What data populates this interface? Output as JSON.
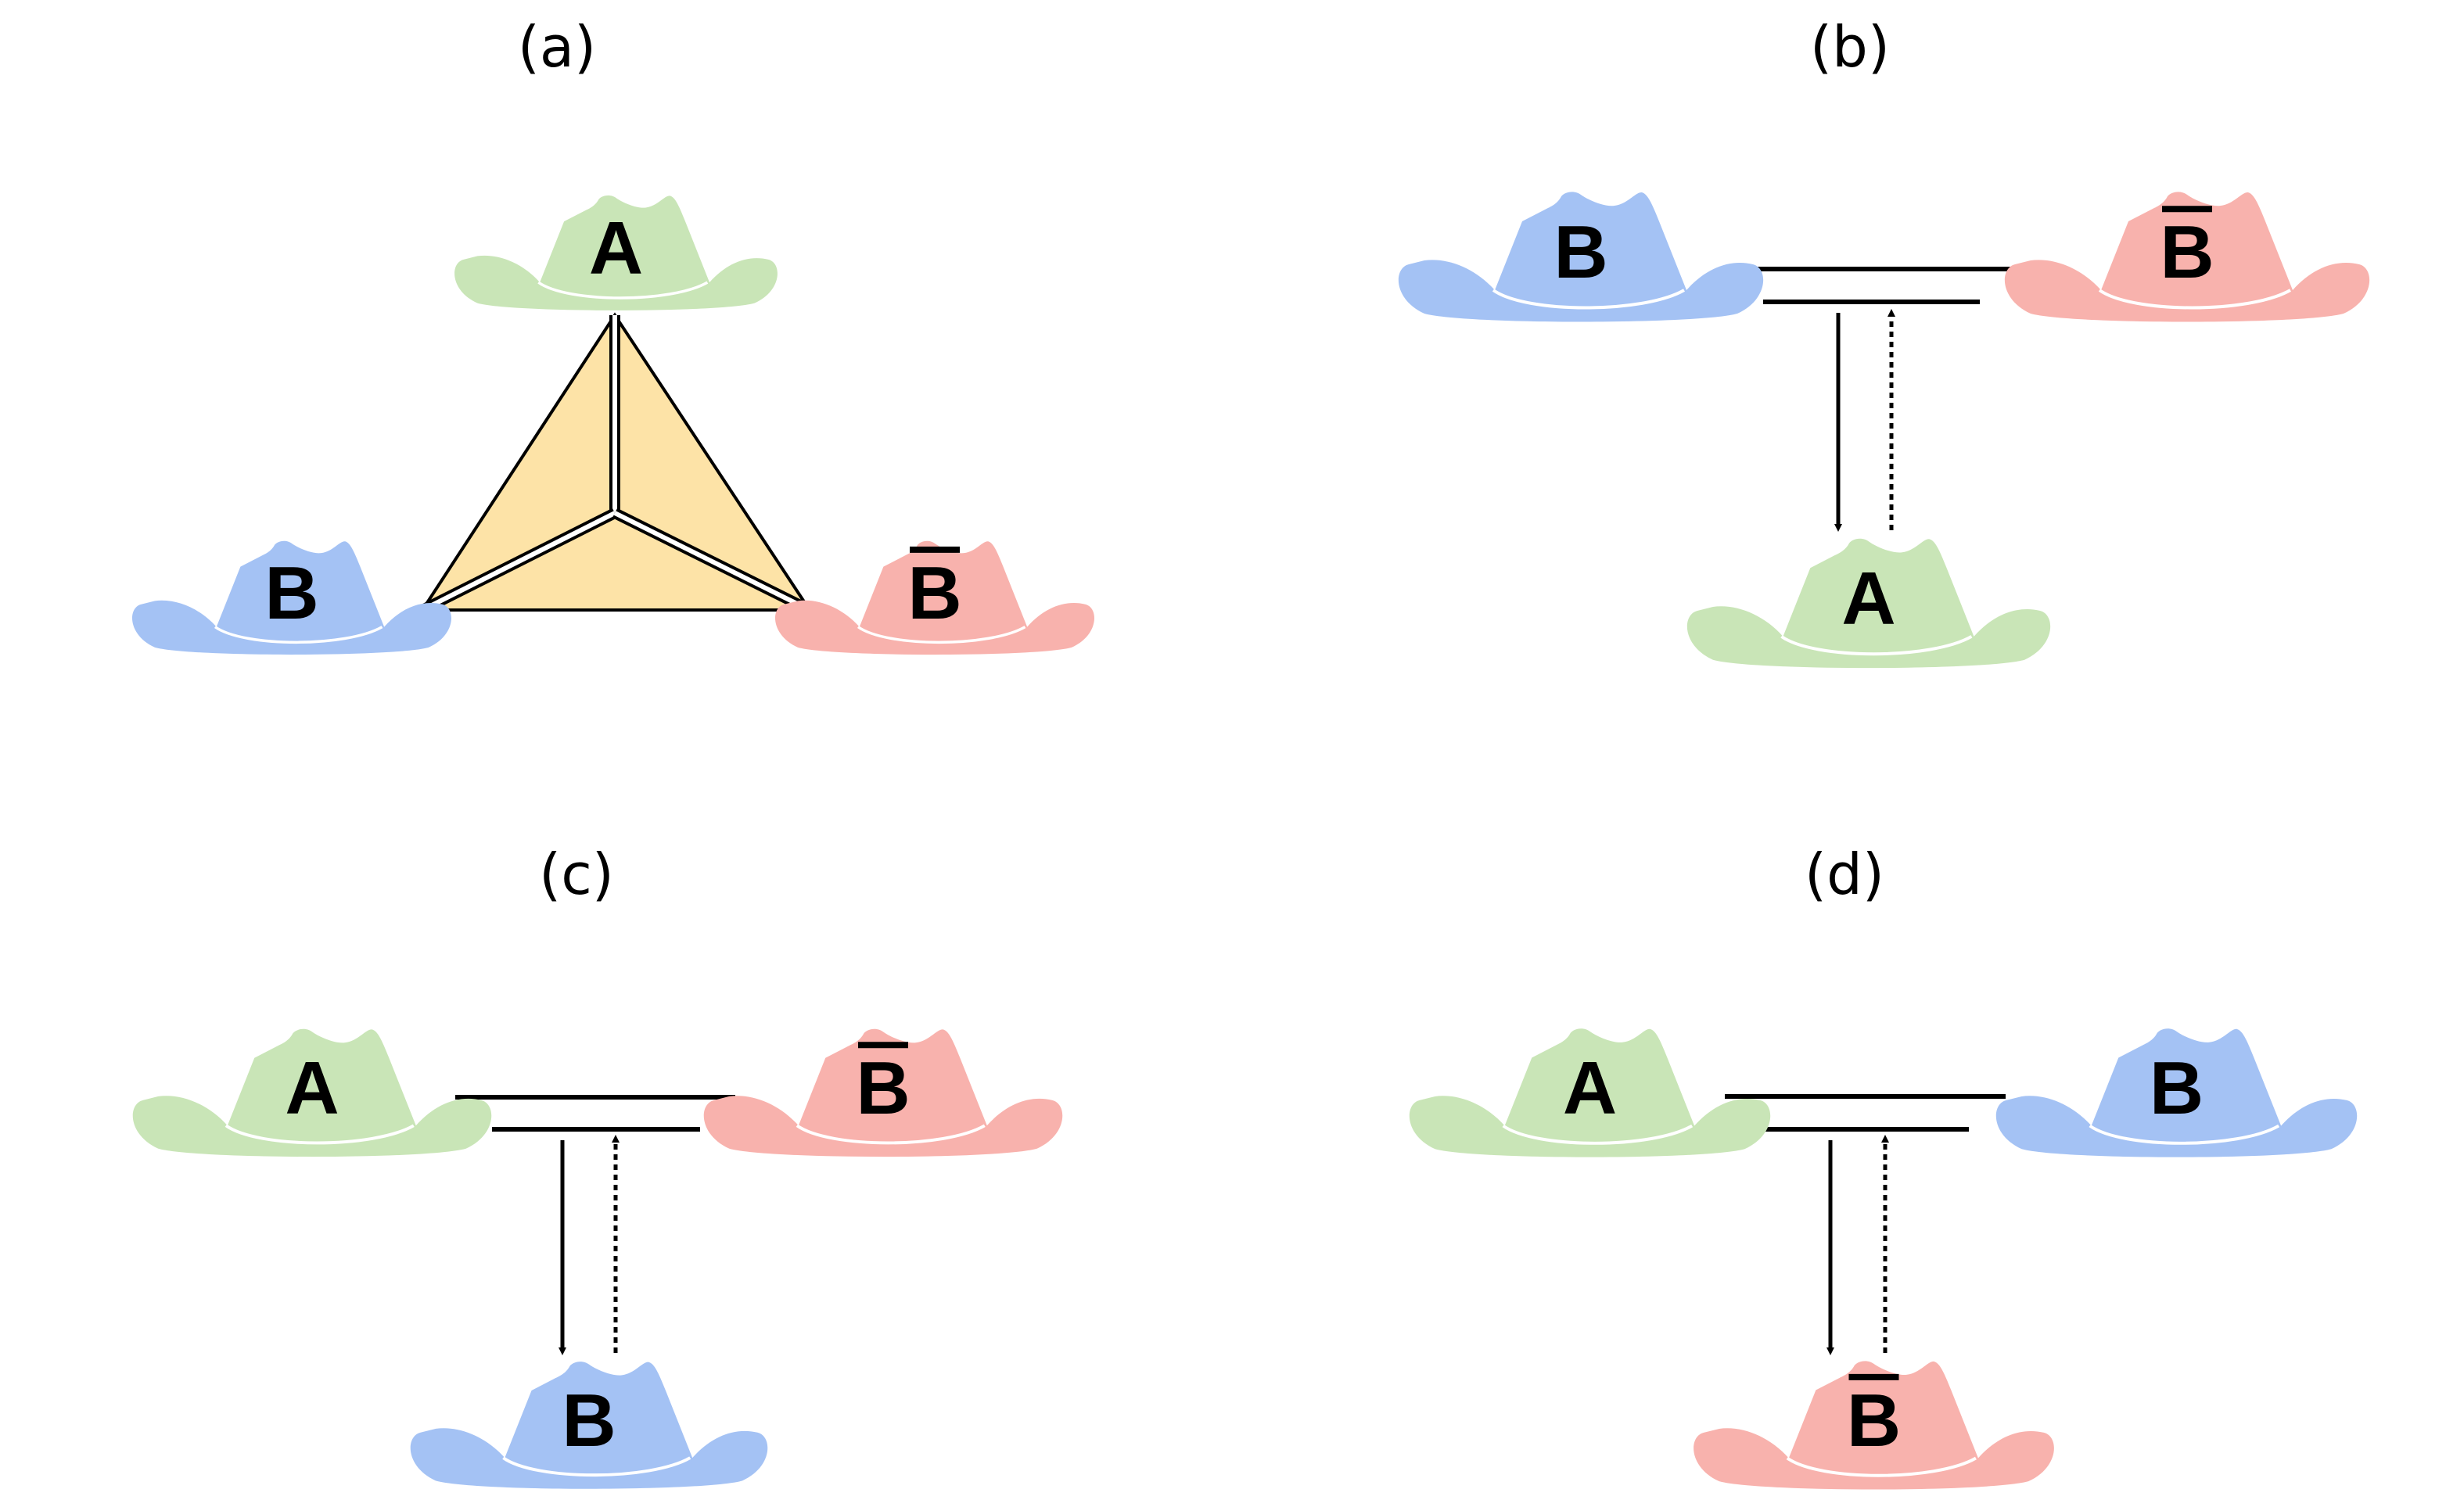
{
  "figure": {
    "description": "Four panels of colored cowboy hats labelled A, B and B-bar showing triad and dyad/observer relations",
    "colors": {
      "green_hat": "#c9e5b7",
      "blue_hat": "#a4c2f4",
      "red_hat": "#f8b2ad",
      "triangle_fill": "#fde3a7",
      "line": "#000000",
      "hatband": "#ffffff"
    },
    "hat_types": {
      "A": {
        "letter": "A",
        "overbar": false,
        "color_key": "green_hat"
      },
      "B": {
        "letter": "B",
        "overbar": false,
        "color_key": "blue_hat"
      },
      "Bbar": {
        "letter": "B",
        "overbar": true,
        "color_key": "red_hat"
      }
    },
    "panels": [
      {
        "id": "a",
        "label": "(a)",
        "layout": "triangle",
        "hats": {
          "top": "A",
          "bottom_left": "B",
          "bottom_right": "Bbar"
        },
        "connector": "tetrahedral triangle with double-line edges from center to each vertex"
      },
      {
        "id": "b",
        "label": "(b)",
        "layout": "pair-observer",
        "hats": {
          "left": "B",
          "right": "Bbar",
          "observer": "A"
        },
        "arrows": [
          {
            "direction": "down",
            "style": "solid",
            "from": "pair",
            "to": "observer"
          },
          {
            "direction": "up",
            "style": "dotted",
            "from": "observer",
            "to": "pair"
          }
        ]
      },
      {
        "id": "c",
        "label": "(c)",
        "layout": "pair-observer",
        "hats": {
          "left": "A",
          "right": "Bbar",
          "observer": "B"
        },
        "arrows": [
          {
            "direction": "down",
            "style": "solid",
            "from": "pair",
            "to": "observer"
          },
          {
            "direction": "up",
            "style": "dotted",
            "from": "observer",
            "to": "pair"
          }
        ]
      },
      {
        "id": "d",
        "label": "(d)",
        "layout": "pair-observer",
        "hats": {
          "left": "A",
          "right": "B",
          "observer": "Bbar"
        },
        "arrows": [
          {
            "direction": "down",
            "style": "solid",
            "from": "pair",
            "to": "observer"
          },
          {
            "direction": "up",
            "style": "dotted",
            "from": "observer",
            "to": "pair"
          }
        ]
      }
    ]
  }
}
